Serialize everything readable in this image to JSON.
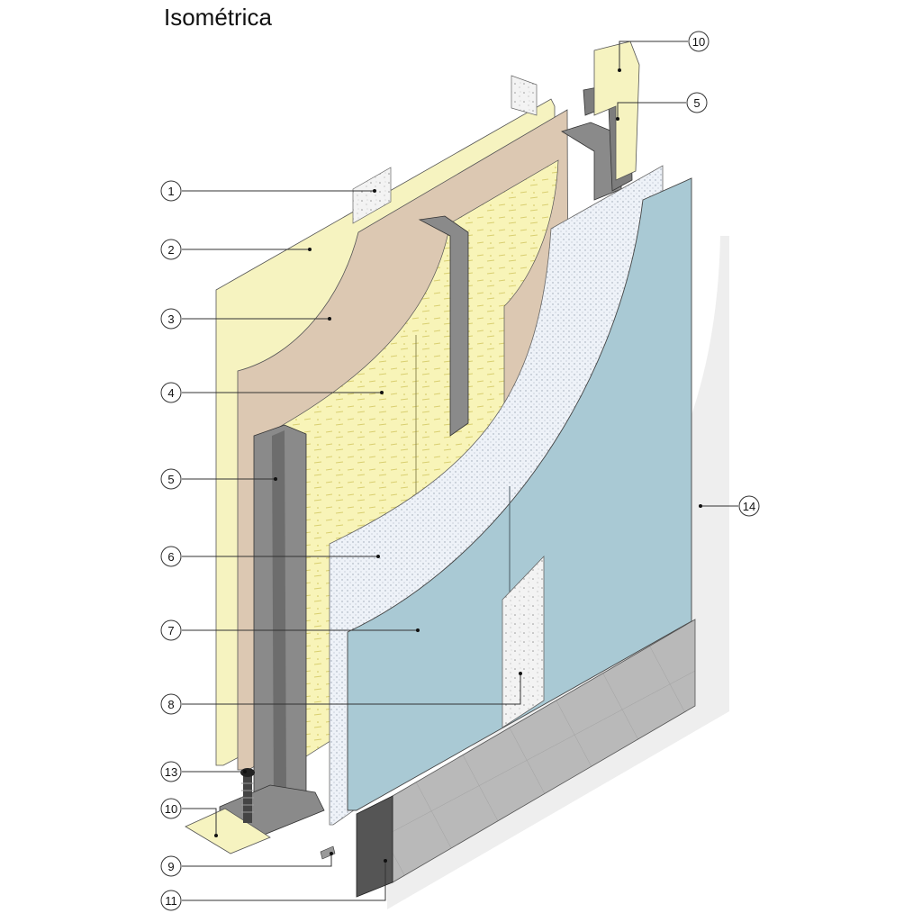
{
  "title": "Isométrica",
  "callouts": [
    {
      "label": "1"
    },
    {
      "label": "2"
    },
    {
      "label": "3"
    },
    {
      "label": "4"
    },
    {
      "label": "5"
    },
    {
      "label": "6"
    },
    {
      "label": "7"
    },
    {
      "label": "8"
    },
    {
      "label": "13"
    },
    {
      "label": "10"
    },
    {
      "label": "9"
    },
    {
      "label": "11"
    },
    {
      "label": "10"
    },
    {
      "label": "5"
    },
    {
      "label": "14"
    }
  ],
  "colors": {
    "board": "#f6f3c0",
    "membrane": "#dcc8b2",
    "insulation": "#f7f3b6",
    "steel": "#8a8a8a",
    "mesh": "#eef2f8",
    "blue_board": "#a9c9d4",
    "plaster_patch": "#f2f2f2",
    "tile": "#b9b9b9",
    "finish": "#ececec"
  }
}
